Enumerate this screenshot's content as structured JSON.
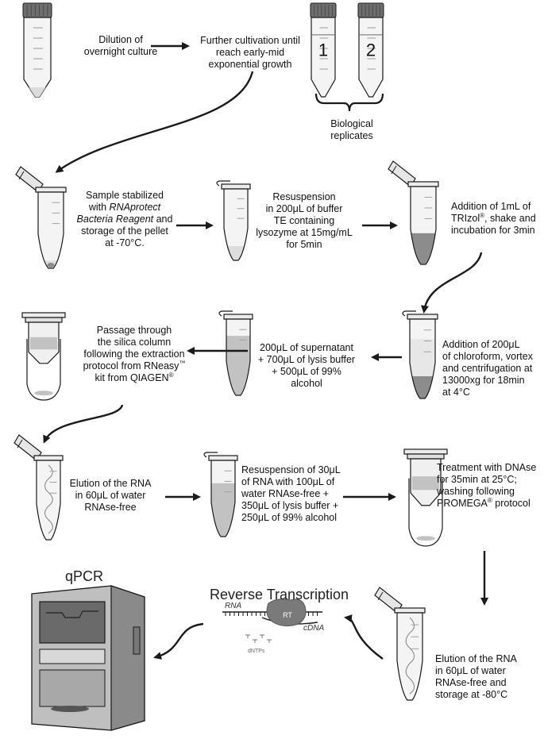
{
  "diagram": {
    "steps": {
      "dilution": [
        "Dilution of",
        "overnight culture"
      ],
      "cultivation": [
        "Further cultivation until",
        "reach early-mid",
        "exponential growth"
      ],
      "replicates": [
        "Biological",
        "replicates"
      ],
      "stabilized": [
        "Sample stabilized",
        "with RNAprotect",
        "Bacteria Reagent and",
        "storage of the pellet",
        "at -70°C."
      ],
      "resuspension1": [
        "Resuspension",
        "in 200μL of buffer",
        "TE containing",
        "lysozyme at 15mg/mL",
        "for 5min"
      ],
      "trizol": [
        "Addition of 1mL of",
        "TRIzol®, shake and",
        "incubation for 3min"
      ],
      "chloroform": [
        "Addition of 200μL",
        "of chloroform, vortex",
        "and centrifugation at",
        "13000xg for 18min",
        "at 4°C"
      ],
      "supernatant": [
        "200μL of supernatant",
        "+ 700μL of lysis buffer",
        "+ 500μL of 99%",
        "alcohol"
      ],
      "silica": [
        "Passage through",
        "the silica column",
        "following the extraction",
        "protocol from RNeasy™",
        "kit from QIAGEN®"
      ],
      "elution1": [
        "Elution of the RNA",
        "in 60μL of water",
        "RNAse-free"
      ],
      "resuspension2": [
        "Resuspension of 30μL",
        "of RNA with 100μL of",
        "water RNAse-free +",
        "350μL of lysis buffer +",
        "250μL of 99% alcohol"
      ],
      "dnase": [
        "Treatment with DNAse",
        "for 35min at 25°C;",
        "washing following",
        "PROMEGA® protocol"
      ],
      "elution2": [
        "Elution of the RNA",
        "in 60μL of water",
        "RNAse-free and",
        "storage at -80°C"
      ]
    },
    "tube_labels": {
      "tube1": "1",
      "tube2": "2"
    },
    "rt": {
      "title": "Reverse Transcription",
      "rna": "RNA",
      "enzyme": "RT",
      "cdna": "cDNA",
      "dntps": "dNTPs"
    },
    "qpcr": {
      "title": "qPCR"
    },
    "colors": {
      "line": "#1a1a1a",
      "tube_fill": "#f4f4f4",
      "liquid_light": "#dcdcdc",
      "liquid_mid": "#c2c2c2",
      "liquid_dark": "#8c8c8c",
      "cap": "#6e6e6e",
      "machine": "#bfbfbf",
      "machine_dark": "#8a8a8a",
      "enzyme": "#7a7a7a"
    }
  }
}
